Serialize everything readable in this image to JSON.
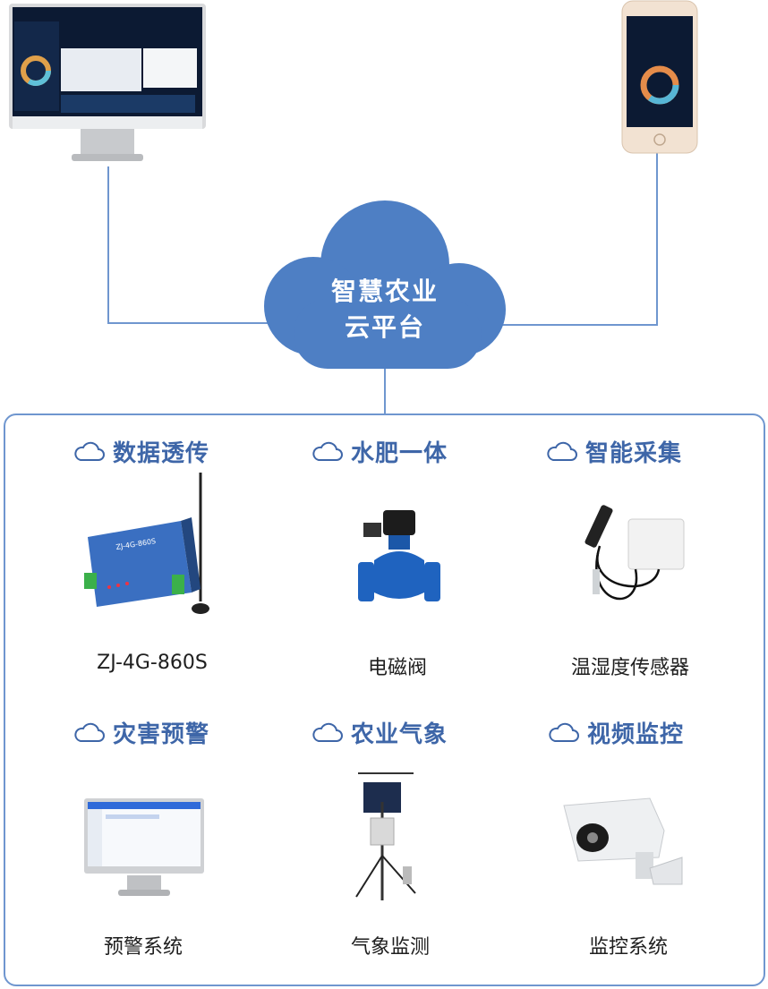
{
  "cloud": {
    "line1": "智慧农业",
    "line2": "云平台"
  },
  "sections": [
    {
      "title": "数据透传",
      "caption": "ZJ-4G-860S",
      "icon": "cloud-outline-icon",
      "device_label": "ZJ-4G-860S"
    },
    {
      "title": "水肥一体",
      "caption": "电磁阀",
      "icon": "cloud-outline-icon"
    },
    {
      "title": "智能采集",
      "caption": "温湿度传感器",
      "icon": "cloud-outline-icon"
    },
    {
      "title": "灾害预警",
      "caption": "预警系统",
      "icon": "cloud-outline-icon"
    },
    {
      "title": "农业气象",
      "caption": "气象监测",
      "icon": "cloud-outline-icon"
    },
    {
      "title": "视频监控",
      "caption": "监控系统",
      "icon": "cloud-outline-icon"
    }
  ],
  "colors": {
    "accent": "#3e66a8",
    "line": "#6f96cf",
    "cloud": "#4e7fc4",
    "screen": "#0c1a33"
  }
}
